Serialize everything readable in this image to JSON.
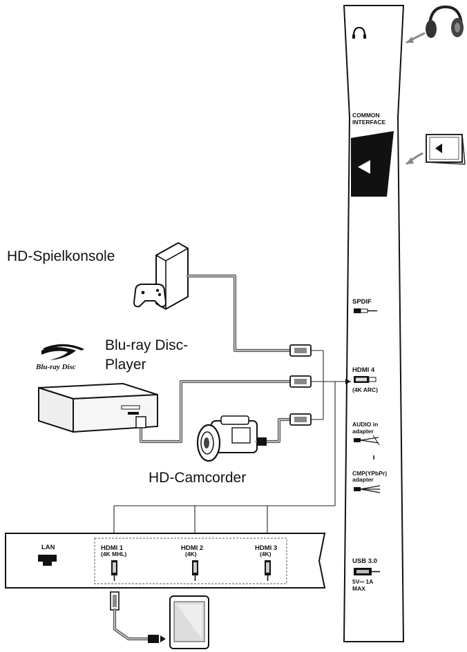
{
  "devices": {
    "game_console": "HD-Spielkonsole",
    "bluray_line1": "Blu-ray Disc-",
    "bluray_line2": "Player",
    "camcorder": "HD-Camcorder",
    "bluray_logo": "Blu-ray Disc"
  },
  "side_panel": {
    "common_interface_line1": "COMMON",
    "common_interface_line2": "INTERFACE",
    "spdif": "SPDIF",
    "hdmi4": "HDMI 4",
    "hdmi4_sub": "(4K ARC)",
    "audio_in_line1": "AUDIO in",
    "audio_in_line2": "adapter",
    "cmp_line1": "CMP(YPbPr)",
    "cmp_line2": "adapter",
    "usb": "USB 3.0",
    "usb_sub1": "5V⎓ 1A",
    "usb_sub2": "MAX"
  },
  "bottom_panel": {
    "lan": "LAN",
    "hdmi1": "HDMI 1",
    "hdmi1_sub": "(4K MHL)",
    "hdmi2": "HDMI 2",
    "hdmi2_sub": "(4K)",
    "hdmi3": "HDMI 3",
    "hdmi3_sub": "(4K)"
  },
  "colors": {
    "ink": "#111111",
    "cable": "#555555",
    "panel_fill": "#ffffff",
    "slot_fill": "#111111"
  }
}
